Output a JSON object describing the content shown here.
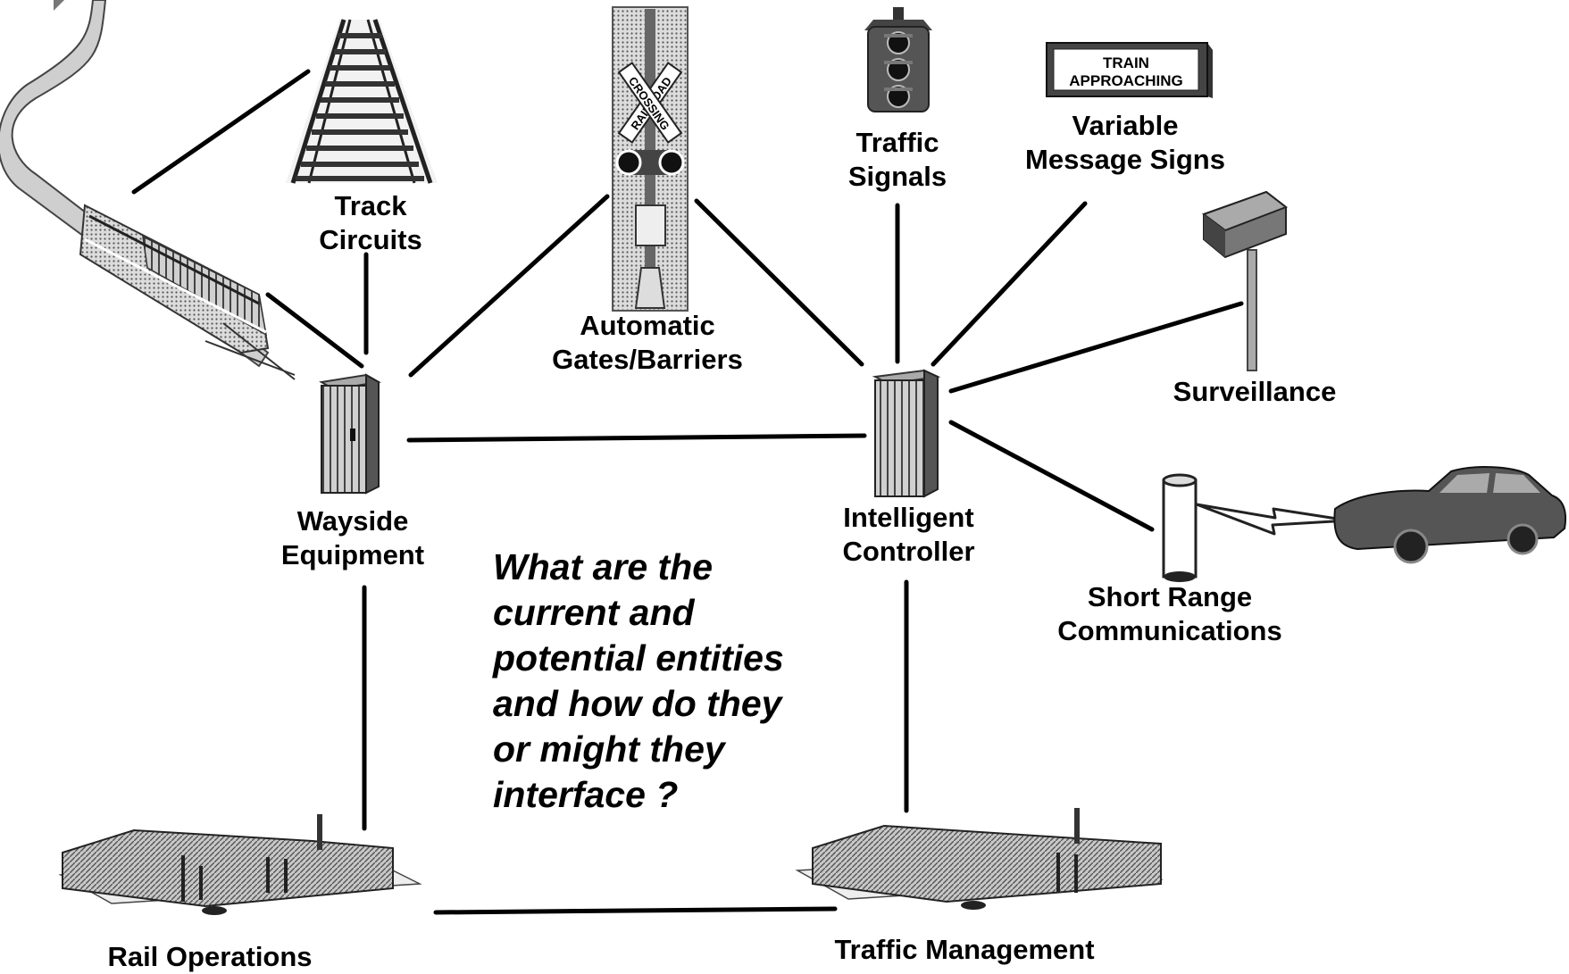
{
  "labels": {
    "track_circuits": [
      "Track",
      "Circuits"
    ],
    "automatic_gates": [
      "Automatic",
      "Gates/Barriers"
    ],
    "traffic_signals": [
      "Traffic",
      "Signals"
    ],
    "variable_message_signs": [
      "Variable",
      "Message Signs"
    ],
    "surveillance": [
      "Surveillance"
    ],
    "wayside_equipment": [
      "Wayside",
      "Equipment"
    ],
    "intelligent_controller": [
      "Intelligent",
      "Controller"
    ],
    "short_range_communications": [
      "Short Range",
      "Communications"
    ],
    "rail_operations": [
      "Rail Operations"
    ],
    "traffic_management": [
      "Traffic Management"
    ]
  },
  "sign_text": [
    "TRAIN",
    "APPROACHING"
  ],
  "crossing_sign_text": [
    "RAILROAD",
    "CROSSING"
  ],
  "question": [
    "What are the",
    "current and",
    "potential entities",
    "and how do they",
    "or might they",
    "interface ?"
  ],
  "colors": {
    "line": "#000000",
    "icon_dark": "#444444",
    "icon_mid": "#888888",
    "icon_light": "#bbbbbb",
    "background": "#ffffff"
  }
}
